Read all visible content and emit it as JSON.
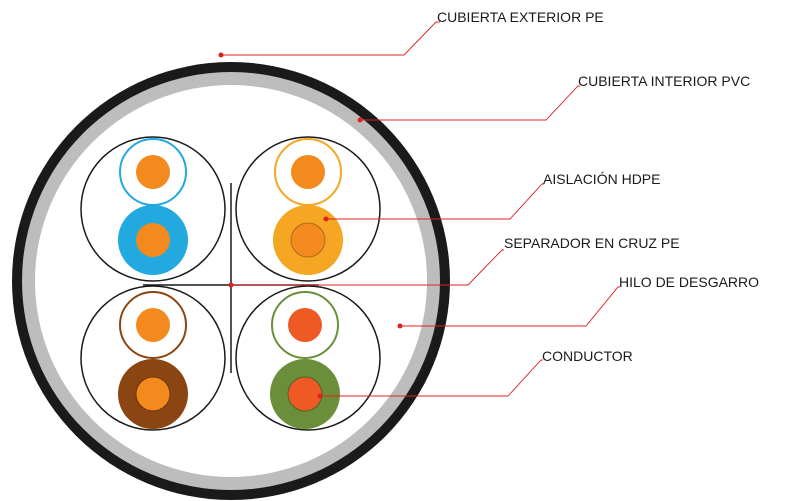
{
  "labels": {
    "outer_jacket": "CUBIERTA EXTERIOR PE",
    "inner_jacket": "CUBIERTA INTERIOR PVC",
    "insulation": "AISLACIÓN HDPE",
    "separator": "SEPARADOR EN CRUZ PE",
    "ripcord": "HILO DE DESGARRO",
    "conductor": "CONDUCTOR"
  },
  "colors": {
    "outer_jacket": "#1a1a1a",
    "inner_jacket": "#bdbdbd",
    "core_background": "#ffffff",
    "conductor_copper": "#f28a1e",
    "conductor_copper_red": "#ef5a24",
    "leader_line": "#e02020",
    "pairs": {
      "blue": "#21a9e0",
      "orange": "#f5a623",
      "brown": "#8b4513",
      "green": "#6b8e3a"
    }
  },
  "pairs": [
    {
      "name": "blue pair",
      "color_key": "blue"
    },
    {
      "name": "orange pair",
      "color_key": "orange"
    },
    {
      "name": "brown pair",
      "color_key": "brown"
    },
    {
      "name": "green pair",
      "color_key": "green"
    }
  ]
}
